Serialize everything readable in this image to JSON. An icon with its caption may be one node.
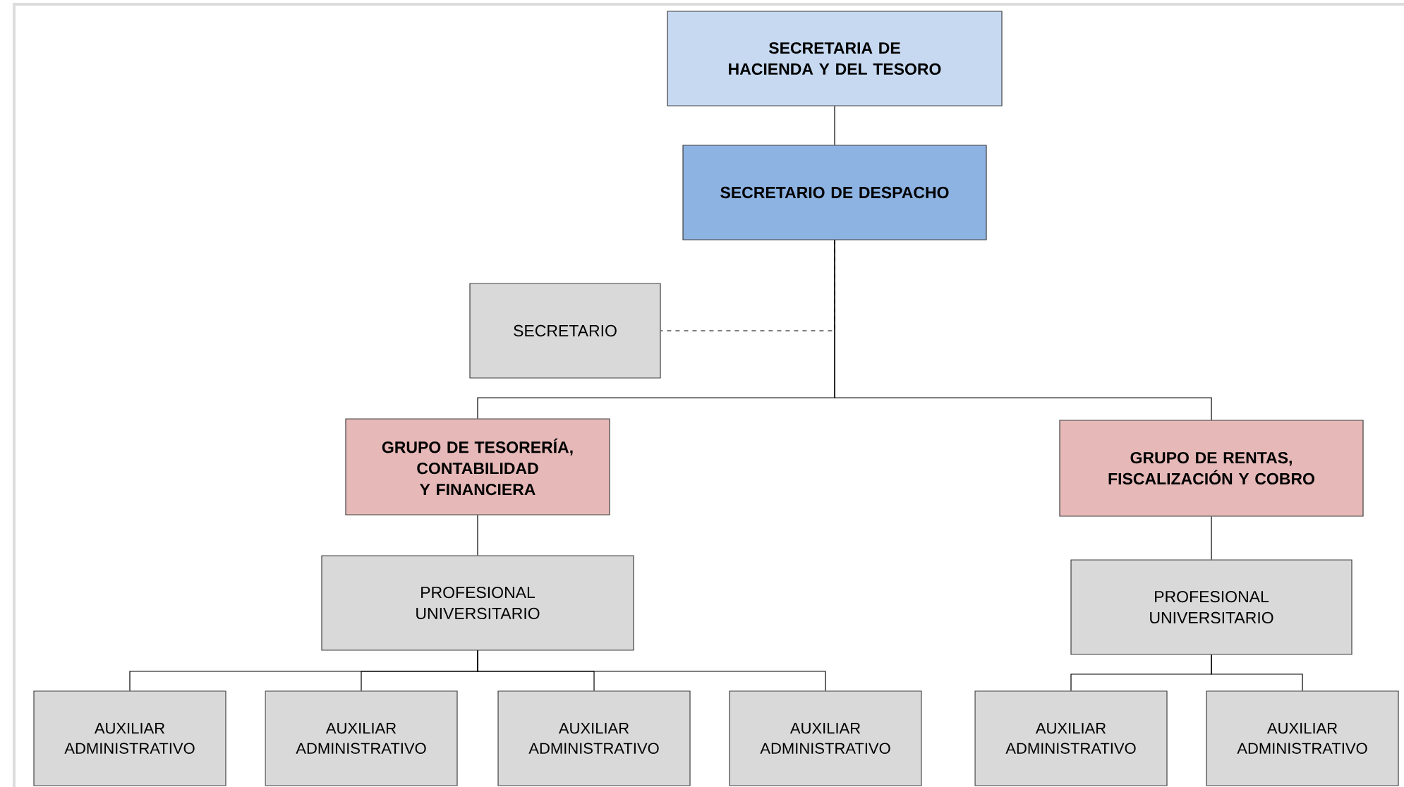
{
  "diagram": {
    "nodes": [
      {
        "text": [
          "SECRETARIA DE HACIENDA Y DEL TESORO"
        ]
      },
      {
        "text": [
          "SECRETARIO DE DESPACHO"
        ]
      },
      {
        "text": [
          "SECRETARIO"
        ]
      },
      {
        "text": [
          "GRUPO DE TESORERÍA, CONTABILIDAD Y FINANCIERA"
        ]
      },
      {
        "text": [
          "GRUPO DE RENTAS, FISCALIZACIÓN Y COBRO"
        ]
      },
      {
        "text": [
          "PROFESIONAL UNIVERSITARIO"
        ]
      },
      {
        "text": [
          "PROFESIONAL UNIVERSITARIO"
        ]
      },
      {
        "text": [
          "AUXILIAR ADMINISTRATIVO"
        ]
      },
      {
        "text": [
          "AUXILIAR ADMINISTRATIVO"
        ]
      },
      {
        "text": [
          "AUXILIAR ADMINISTRATIVO"
        ]
      },
      {
        "text": [
          "AUXILIAR ADMINISTRATIVO"
        ]
      },
      {
        "text": [
          "AUXILIAR ADMINISTRATIVO"
        ]
      },
      {
        "text": [
          "AUXILIAR ADMINISTRATIVO"
        ]
      }
    ],
    "edges": [
      {
        "from": 0,
        "to": 1,
        "arrow": "none"
      },
      {
        "from": 1,
        "to": 2,
        "arrow": "none",
        "style": "dashed"
      },
      {
        "from": 1,
        "to": 3,
        "arrow": "none"
      },
      {
        "from": 1,
        "to": 4,
        "arrow": "none"
      },
      {
        "from": 3,
        "to": 5,
        "arrow": "none"
      },
      {
        "from": 4,
        "to": 6,
        "arrow": "none"
      },
      {
        "from": 5,
        "to": 7,
        "arrow": "none"
      },
      {
        "from": 5,
        "to": 8,
        "arrow": "none"
      },
      {
        "from": 5,
        "to": 9,
        "arrow": "none"
      },
      {
        "from": 5,
        "to": 10,
        "arrow": "none"
      },
      {
        "from": 6,
        "to": 11,
        "arrow": "none"
      },
      {
        "from": 6,
        "to": 12,
        "arrow": "none"
      }
    ]
  }
}
